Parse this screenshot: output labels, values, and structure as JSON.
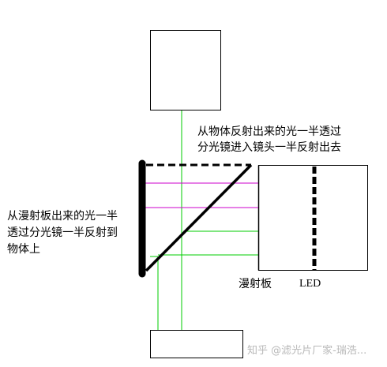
{
  "labels": {
    "reflect_line1": "从物体反射出来的光一半透过",
    "reflect_line2": "分光镜进入镜头一半反射出去",
    "diffuser_line1": "从漫射板出来的光一半",
    "diffuser_line2": "透过分光镜一半反射到",
    "diffuser_line3": "物体上",
    "diffuser_plate": "漫射板",
    "led": "LED"
  },
  "watermark": "知乎 @滤光片厂家-瑞浩...",
  "colors": {
    "green_ray": "#00cc00",
    "magenta_ray": "#cc00cc",
    "outline": "#000000"
  }
}
